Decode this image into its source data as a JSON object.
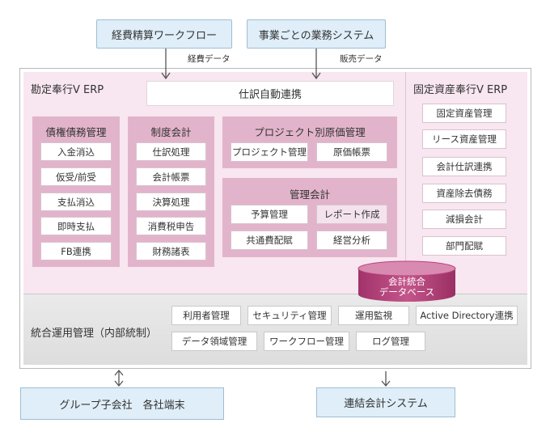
{
  "top_sources": {
    "expense_workflow": "経費精算ワークフロー",
    "business_system": "事業ごとの業務システム"
  },
  "flow_labels": {
    "expense_data": "経費データ",
    "sales_data": "販売データ"
  },
  "erp": {
    "title": "勘定奉行V ERP",
    "auto_link": "仕訳自動連携",
    "receivables": {
      "title": "債権債務管理",
      "items": [
        "入金消込",
        "仮受/前受",
        "支払消込",
        "即時支払",
        "FB連携"
      ]
    },
    "institutional": {
      "title": "制度会計",
      "items": [
        "仕訳処理",
        "会計帳票",
        "決算処理",
        "消費税申告",
        "財務諸表"
      ]
    },
    "project": {
      "title": "プロジェクト別原価管理",
      "items": [
        "プロジェクト管理",
        "原価帳票"
      ]
    },
    "management": {
      "title": "管理会計",
      "items": [
        "予算管理",
        "レポート作成",
        "共通費配賦",
        "経営分析"
      ]
    }
  },
  "fixed_assets": {
    "title": "固定資産奉行V ERP",
    "items": [
      "固定資産管理",
      "リース資産管理",
      "会計仕訳連携",
      "資産除去債務",
      "減損会計",
      "部門配賦"
    ]
  },
  "database": {
    "line1": "会計統合",
    "line2": "データベース"
  },
  "governance": {
    "title": "統合運用管理（内部統制）",
    "row1": [
      "利用者管理",
      "セキュリティ管理",
      "運用監視",
      "Active Directory連携"
    ],
    "row2": [
      "データ領域管理",
      "ワークフロー管理",
      "ログ管理"
    ]
  },
  "external": {
    "group": "グループ子会社　各社端末",
    "consolidated": "連結会計システム"
  },
  "colors": {
    "pink_bg": "#f8e6f0",
    "panel": "#e2b4cb",
    "db": "#b8437a",
    "blue_box": "#dfeef8"
  }
}
